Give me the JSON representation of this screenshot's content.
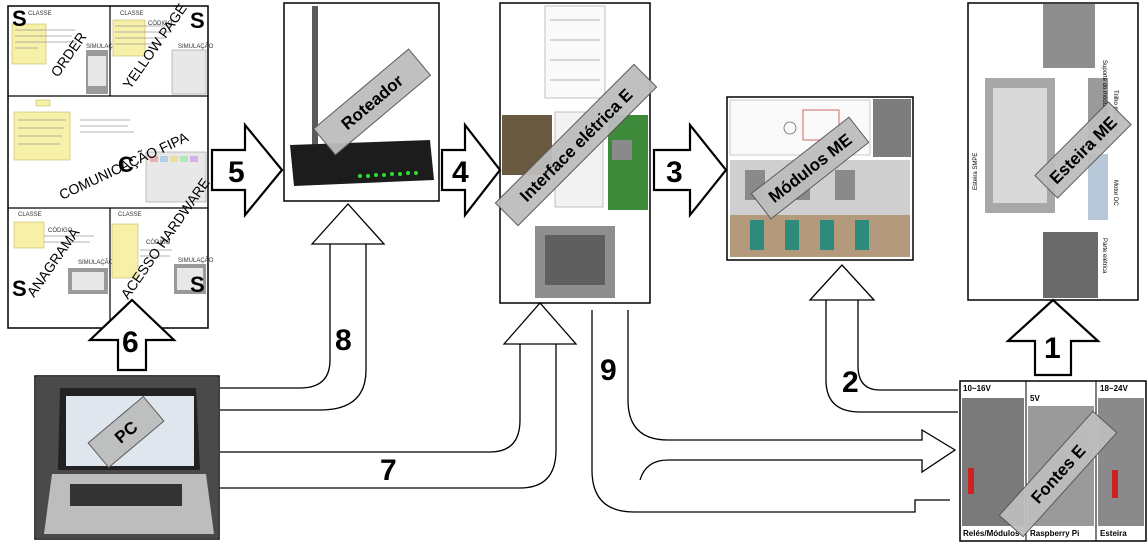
{
  "software_panel": {
    "quadrants": [
      {
        "label": "ORDER",
        "letter": "S"
      },
      {
        "label": "YELLOW PAGE",
        "letter": "S"
      },
      {
        "label": "COMUNICAÇÃO FIPA",
        "letter": "C"
      },
      {
        "label": "ANAGRAMA",
        "letter": "S"
      },
      {
        "label": "ACESSO HARDWARE",
        "letter": "S"
      }
    ],
    "small_texts": {
      "classe": "CLASSE",
      "codigo": "CÓDIGO",
      "simulacao": "SIMULAÇÃO"
    }
  },
  "router": {
    "label": "Roteador"
  },
  "interface": {
    "label": "Interface elétrica E"
  },
  "modules": {
    "label": "Módulos ME"
  },
  "conveyor": {
    "label": "Esteira ME",
    "side_text": "Esteira SMPE",
    "photo_labels": [
      "Suporte do módulos",
      "Trilho mecânico",
      "Motor DC",
      "Parte elétrica"
    ]
  },
  "pc": {
    "label": "PC"
  },
  "power": {
    "label": "Fontes E",
    "top_labels": [
      "10~16V",
      "5V",
      "18~24V"
    ],
    "bottom_labels": [
      "Relés/Módulos",
      "Raspberry Pi",
      "Esteira"
    ]
  },
  "arrows": {
    "a1": "1",
    "a2": "2",
    "a3": "3",
    "a4": "4",
    "a5": "5",
    "a6": "6",
    "a7": "7",
    "a8": "8",
    "a9": "9"
  }
}
